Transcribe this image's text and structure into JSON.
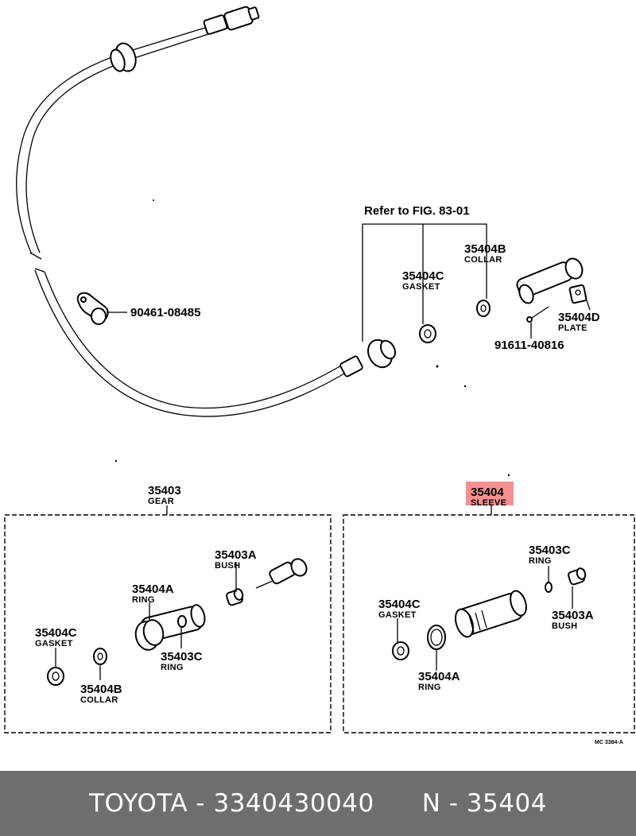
{
  "refer_note": "Refer to FIG. 83-01",
  "upper_parts": {
    "gasket": {
      "number": "35404C",
      "name": "GASKET"
    },
    "collar": {
      "number": "35404B",
      "name": "COLLAR"
    },
    "plate": {
      "number": "35404D",
      "name": "PLATE"
    },
    "screw": {
      "number": "91611-40816"
    },
    "clamp": {
      "number": "90461-08485"
    }
  },
  "gear_group": {
    "number": "35403",
    "name": "GEAR",
    "parts": {
      "bush": {
        "number": "35403A",
        "name": "BUSH"
      },
      "ring_a": {
        "number": "35404A",
        "name": "RING"
      },
      "gasket": {
        "number": "35404C",
        "name": "GASKET"
      },
      "ring_c": {
        "number": "35403C",
        "name": "RING"
      },
      "collar": {
        "number": "35404B",
        "name": "COLLAR"
      }
    }
  },
  "sleeve_group": {
    "number": "35404",
    "name": "SLEEVE",
    "highlighted": true,
    "highlight_color": "#f47c7c",
    "parts": {
      "ring_c": {
        "number": "35403C",
        "name": "RING"
      },
      "gasket": {
        "number": "35404C",
        "name": "GASKET"
      },
      "bush": {
        "number": "35403A",
        "name": "BUSH"
      },
      "ring_a": {
        "number": "35404A",
        "name": "RING"
      }
    }
  },
  "drawing_code": "MC 3384-A",
  "footer": {
    "brand_part": "TOYOTA - 3340430040",
    "ref": "N - 35404",
    "background": "#6e6e6e"
  }
}
